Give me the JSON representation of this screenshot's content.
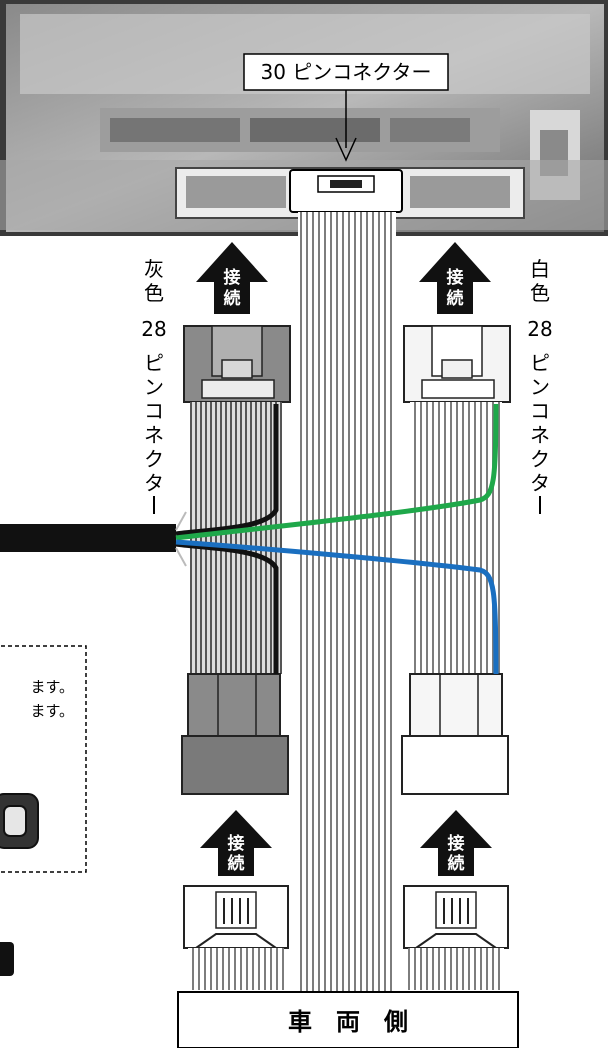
{
  "photo": {
    "callout_label": "30 ピンコネクター"
  },
  "left_harness": {
    "arrow_label": "接続",
    "vertical_label_color": "灰色",
    "vertical_label_pins": "28",
    "vertical_label_type": "ピンコネクター"
  },
  "right_harness": {
    "arrow_label": "接続",
    "vertical_label_color": "白色",
    "vertical_label_pins": "28",
    "vertical_label_type": "ピンコネクター"
  },
  "bottom_left_arrow": {
    "label": "接続"
  },
  "bottom_right_arrow": {
    "label": "接続"
  },
  "note_box": {
    "line1": "ます。",
    "line2": "ます。"
  },
  "vehicle_side": {
    "label": "車　両　側"
  },
  "wire_colors": {
    "green": "#1fa84a",
    "blue": "#1a6fc0",
    "black": "#111111",
    "gray": "#9a9a9a"
  }
}
